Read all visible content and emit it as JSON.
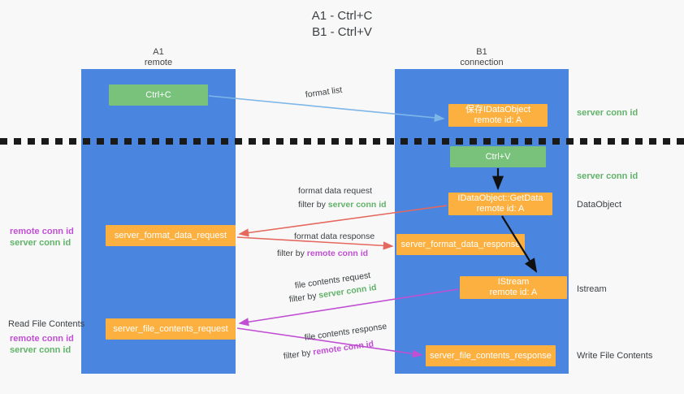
{
  "title": "A1 - Ctrl+C\nB1 - Ctrl+V",
  "lanes": {
    "left": {
      "header": "A1\nremote"
    },
    "right": {
      "header": "B1\nconnection"
    }
  },
  "boxes": {
    "ctrl_c": "Ctrl+C",
    "ctrl_v": "Ctrl+V",
    "set_dataobject": "保存IDataObject\nremote id: A",
    "getdata": "IDataObject::GetData\nremote id: A",
    "istream": "IStream\nremote id: A",
    "server_format_data_request": "server_format_data_request",
    "server_format_data_response": "server_format_data_response",
    "server_file_contents_request": "server_file_contents_request",
    "server_file_contents_response": "server_file_contents_response"
  },
  "edges": {
    "format_list": "format list",
    "format_data_request": "format data request",
    "format_data_request_filter_prefix": "filter by ",
    "format_data_request_filter_key": "server conn id",
    "format_data_response": "format data response",
    "format_data_response_filter_prefix": "filter by ",
    "format_data_response_filter_key": "remote conn id",
    "file_contents_request": "file contents request",
    "file_contents_request_filter_prefix": "filter by ",
    "file_contents_request_filter_key": "server conn id",
    "file_contents_response": "file contents response",
    "file_contents_response_filter_prefix": "filter by ",
    "file_contents_response_filter_key": "remote conn id"
  },
  "annotations": {
    "server_conn_id_top": "server conn id",
    "server_conn_id_paste": "server conn id",
    "dataobject": "DataObject",
    "istream": "Istream",
    "write_file_contents": "Write File Contents",
    "read_file_contents": "Read File Contents",
    "left_format_remote": "remote conn id",
    "left_format_server": "server conn id",
    "left_file_remote": "remote conn id",
    "left_file_server": "server conn id"
  },
  "colors": {
    "lane": "#4a86e0",
    "green_box": "#78c27c",
    "orange_box": "#fcb040",
    "green_text": "#62b36a",
    "purple_text": "#c14fd4",
    "blue_arrow": "#7eb6e8",
    "red_arrow": "#e4685e",
    "magenta_arrow": "#c14fd4",
    "black_arrow": "#000000",
    "background": "#f8f8f8"
  }
}
